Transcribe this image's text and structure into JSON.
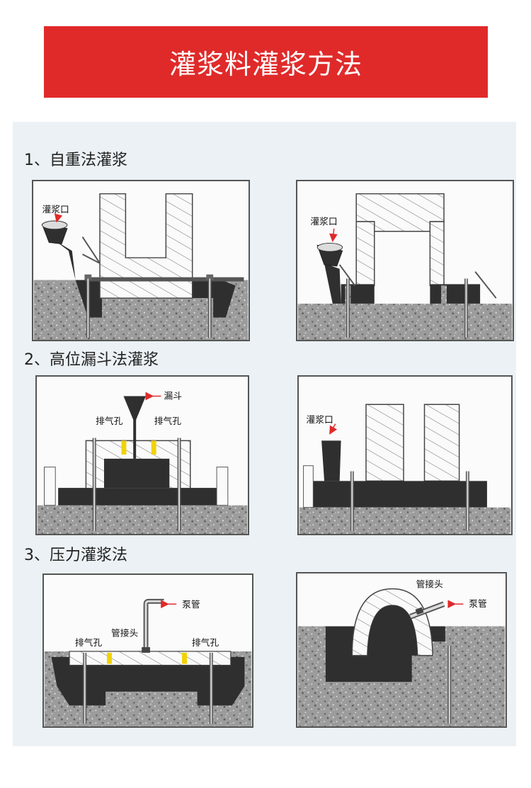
{
  "title": "灌浆料灌浆方法",
  "sections": [
    {
      "heading": "1、自重法灌浆"
    },
    {
      "heading": "2、高位漏斗法灌浆"
    },
    {
      "heading": "3、压力灌浆法"
    }
  ],
  "labels": {
    "pour_opening": "灌浆口",
    "funnel": "漏斗",
    "vent_hole": "排气孔",
    "pipe_joint": "管接头",
    "pump_pipe": "泵管"
  },
  "colors": {
    "banner": "#e02a2a",
    "panel_bg": "#ebf1f4",
    "grout": "#2f2f2f",
    "vent_marker": "#f2d200",
    "arrow": "#e02a2a"
  }
}
